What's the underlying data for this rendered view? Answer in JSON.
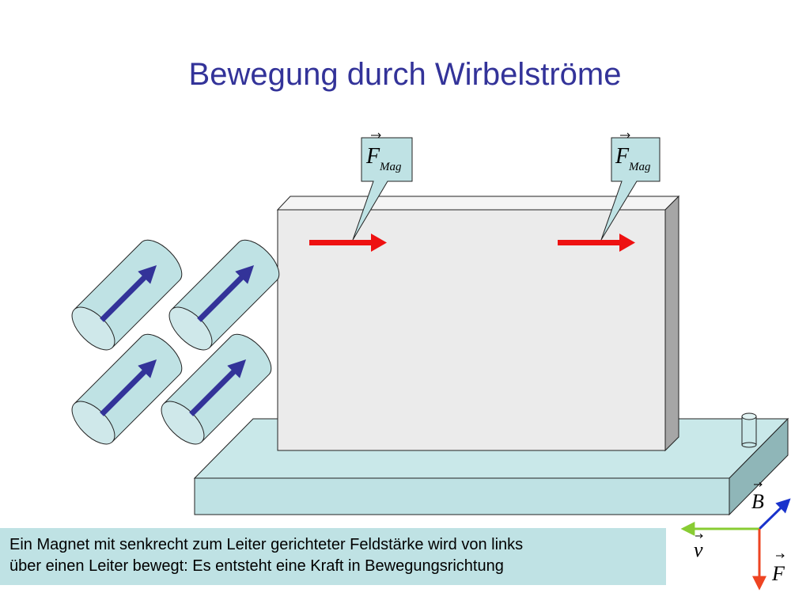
{
  "title": "Bewegung durch Wirbelströme",
  "labels": {
    "force_symbol": "F",
    "force_subscript": "Mag",
    "b_symbol": "B",
    "v_symbol": "v",
    "f_symbol": "F"
  },
  "caption": {
    "line1": "Ein Magnet mit senkrecht zum Leiter gerichteter Feldstärke wird von links",
    "line2": "über einen Leiter bewegt: Es entsteht eine Kraft in Bewegungsrichtung"
  },
  "colors": {
    "title": "#333399",
    "force_arrow": "#ee1111",
    "magnet_arrow": "#333399",
    "b_vector": "#1a33cc",
    "v_vector": "#88cc33",
    "f_vector": "#ee4422",
    "base_plate": "#bfe2e4",
    "conductor_front": "#ebebeb"
  }
}
